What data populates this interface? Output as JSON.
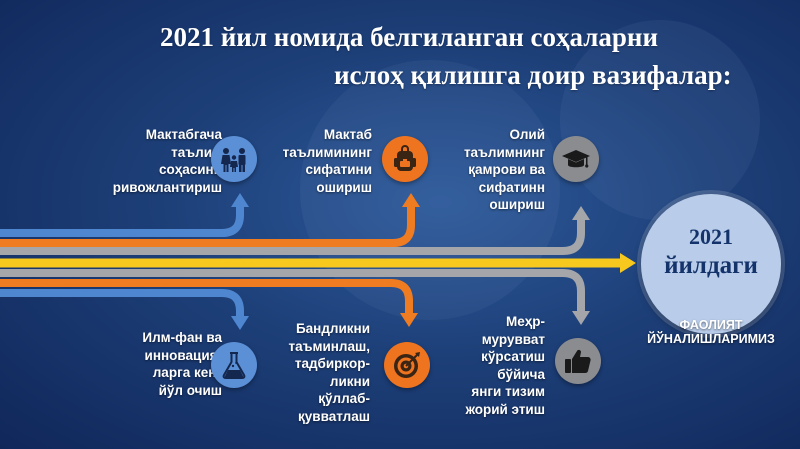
{
  "title": {
    "line1": "2021 йил номида белгиланган соҳаларни",
    "line2": "ислоҳ қилишга доир вазифалар:"
  },
  "hub": {
    "line1": "2021",
    "line2": "йилдаги",
    "caption": [
      "ФАОЛИЯТ",
      "ЙЎНАЛИШЛАРИМИЗ"
    ]
  },
  "tasks_top": [
    {
      "lines": [
        "Мактабгача",
        "таълим",
        "соҳасини",
        "ривожлантириш"
      ],
      "icon": "family-icon",
      "color": "#5b8fd6"
    },
    {
      "lines": [
        "Мактаб",
        "таълимининг",
        "сифатини",
        "ошириш"
      ],
      "icon": "backpack-icon",
      "color": "#ee7420"
    },
    {
      "lines": [
        "Олий",
        "таълимнинг",
        "қамрови ва",
        "сифатинн",
        "ошириш"
      ],
      "icon": "graduation-cap-icon",
      "color": "#8a8c90"
    }
  ],
  "tasks_bottom": [
    {
      "lines": [
        "Илм-фан ва",
        "инновация-",
        "ларга кенг",
        "йўл очиш"
      ],
      "icon": "flask-icon",
      "color": "#5b8fd6"
    },
    {
      "lines": [
        "Бандликни",
        "таъминлаш,",
        "тадбиркор-",
        "ликни",
        "қўллаб-",
        "қувватлаш"
      ],
      "icon": "target-icon",
      "color": "#ee7420"
    },
    {
      "lines": [
        "Меҳр-",
        "мурувват",
        "кўрсатиш",
        "бўйича",
        "янги тизим",
        "жорий этиш"
      ],
      "icon": "thumbs-up-icon",
      "color": "#8a8c90"
    }
  ],
  "colors": {
    "blue_arrow": "#4f86d0",
    "orange_arrow": "#f07c22",
    "gray_arrow": "#a4a6aa",
    "yellow_arrow": "#f7c81e",
    "hub_fill": "#b9cdea"
  }
}
